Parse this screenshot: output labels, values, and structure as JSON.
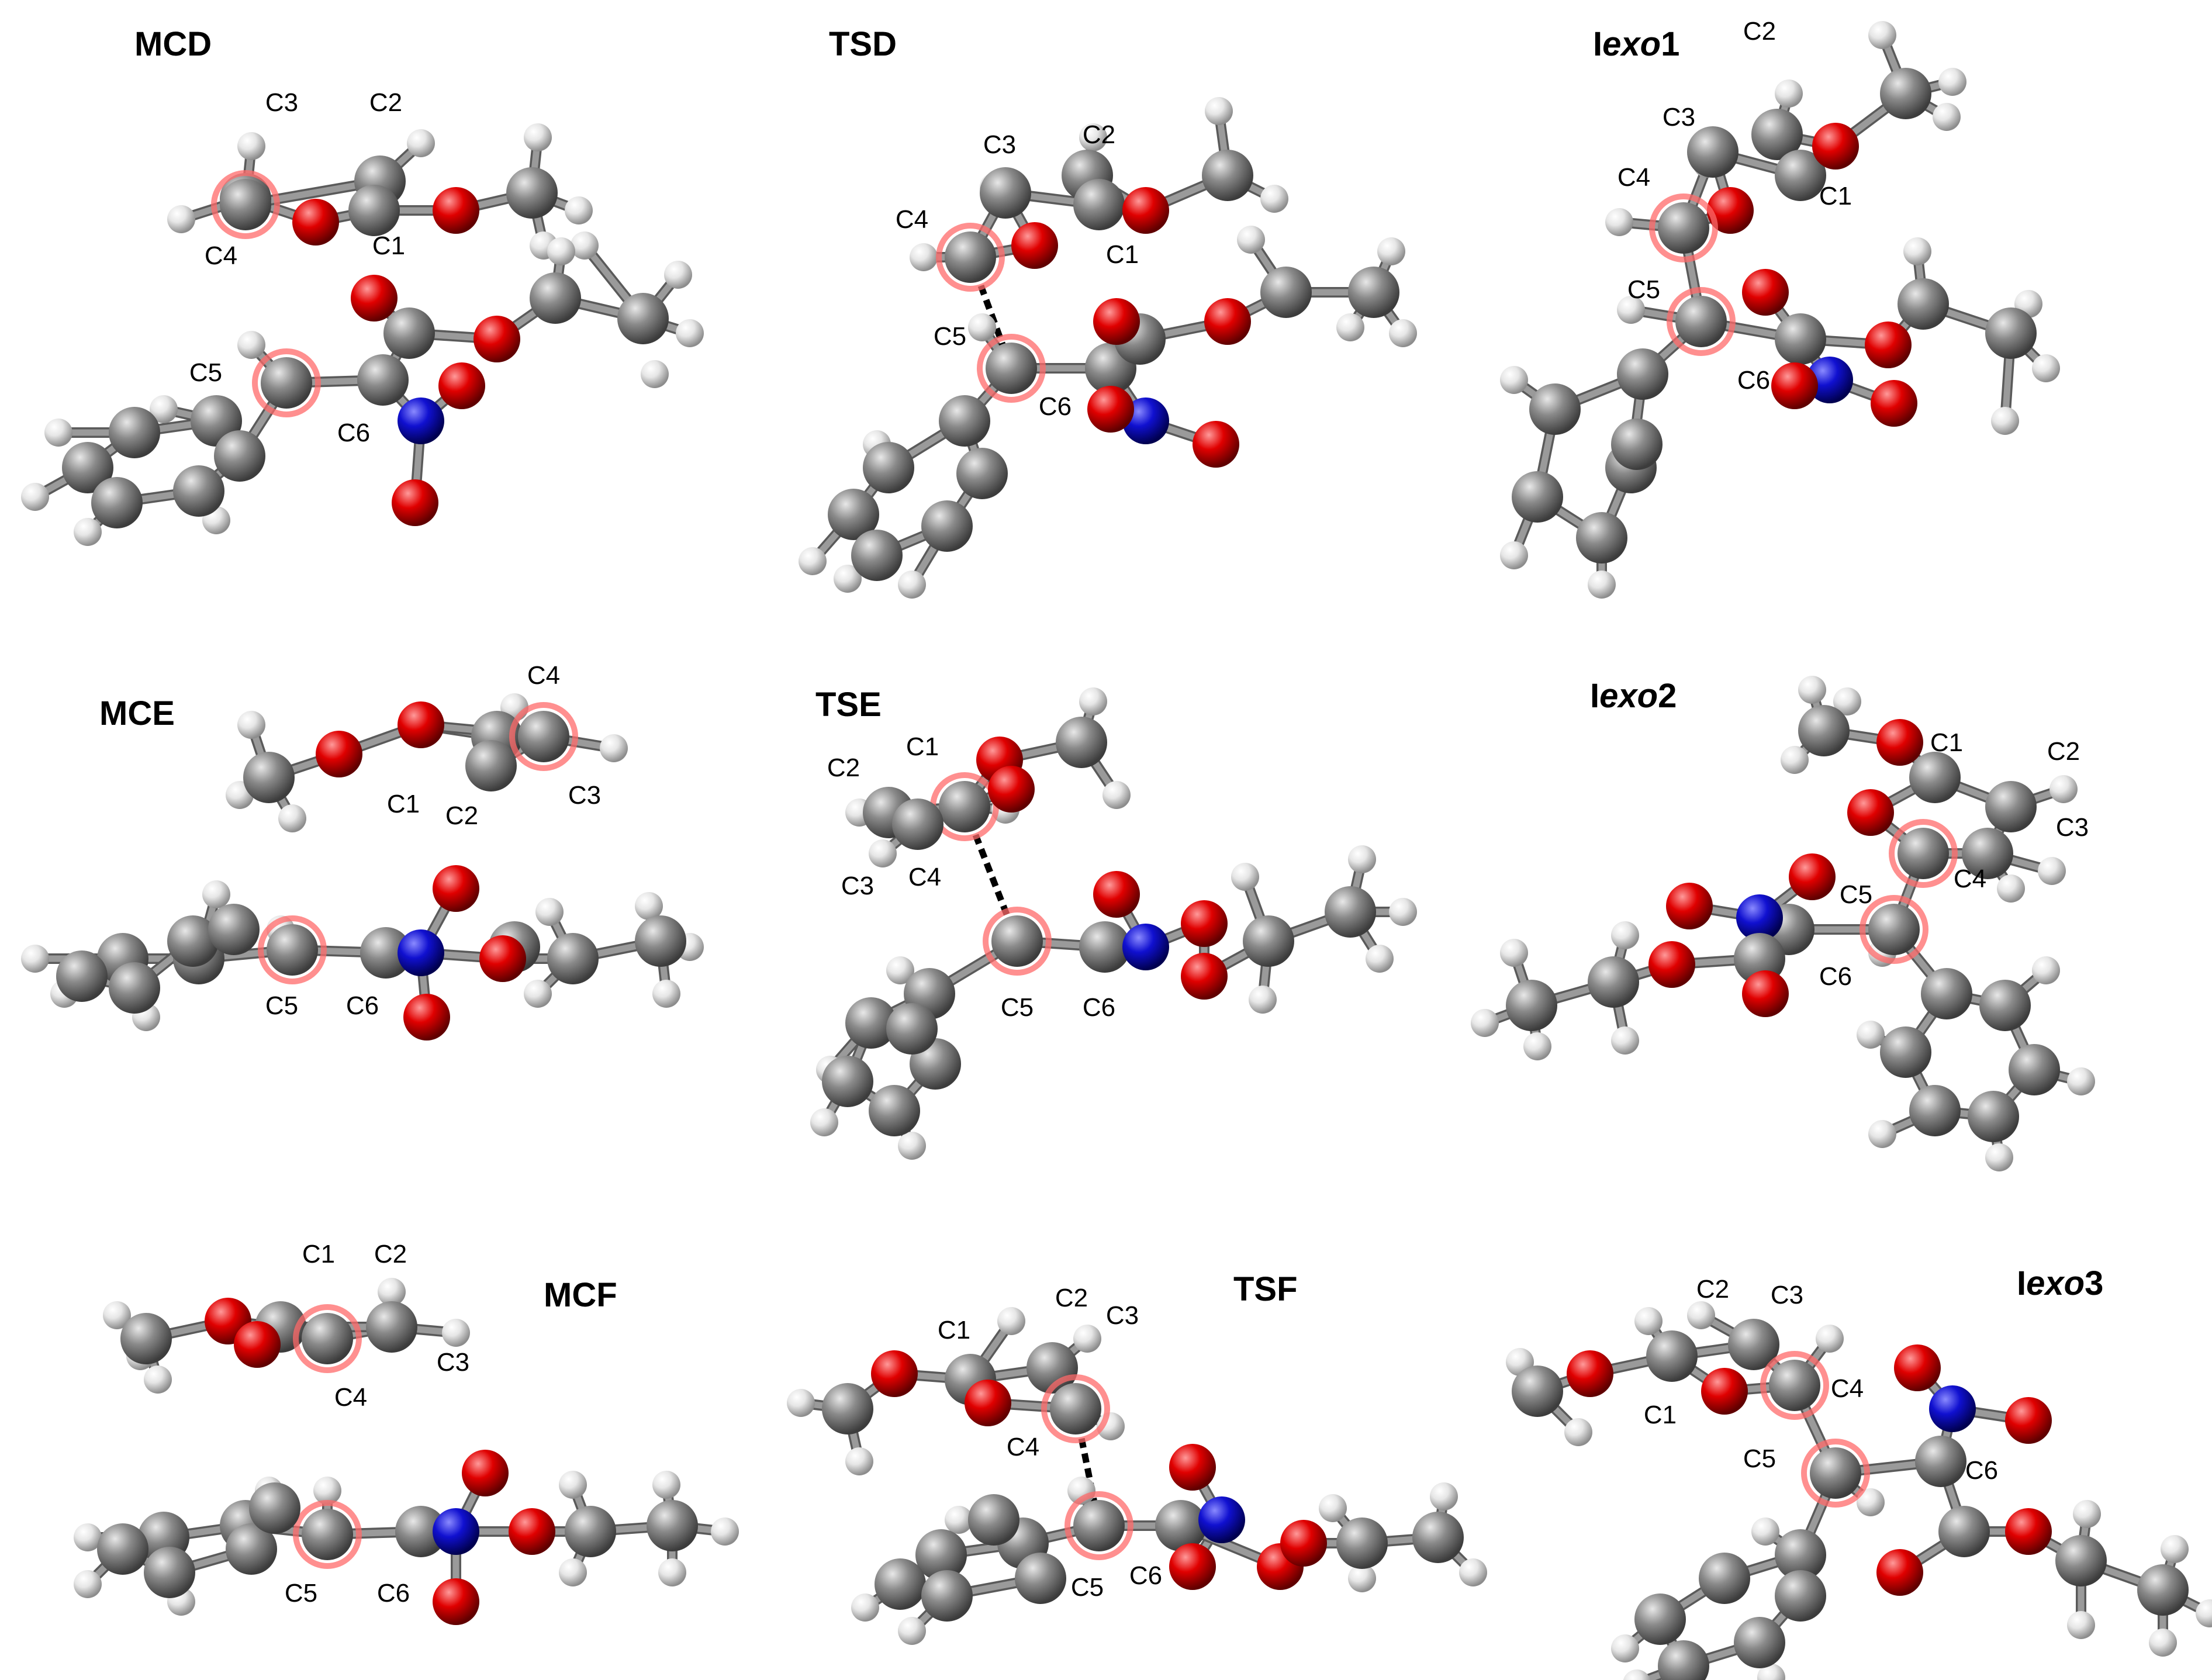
{
  "colors": {
    "carbon": "#8a8a8a",
    "oxygen": "#e00000",
    "nitrogen": "#1010d0",
    "hydrogen": "#e6e6e6",
    "bond": "#9a9a9a",
    "highlight": "#ff6a6a",
    "forming_bond": "#000000",
    "background": "#ffffff"
  },
  "panels": [
    {
      "id": "MCD",
      "title": "MCD",
      "title_parts": [
        {
          "text": "MCD",
          "italic": false
        }
      ],
      "kind": "molecular-complex",
      "atom_labels": [
        "C3",
        "C2",
        "C4",
        "C1",
        "C5",
        "C6"
      ]
    },
    {
      "id": "TSD",
      "title": "TSD",
      "title_parts": [
        {
          "text": "TSD",
          "italic": false
        }
      ],
      "kind": "transition-state",
      "atom_labels": [
        "C3",
        "C2",
        "C4",
        "C1",
        "C5",
        "C6"
      ]
    },
    {
      "id": "Iexo1",
      "title": "Iexo1",
      "title_parts": [
        {
          "text": "I",
          "italic": false
        },
        {
          "text": "exo",
          "italic": true
        },
        {
          "text": "1",
          "italic": false
        }
      ],
      "kind": "intermediate",
      "atom_labels": [
        "C2",
        "C3",
        "C4",
        "C1",
        "C5",
        "C6"
      ]
    },
    {
      "id": "MCE",
      "title": "MCE",
      "title_parts": [
        {
          "text": "MCE",
          "italic": false
        }
      ],
      "kind": "molecular-complex",
      "atom_labels": [
        "C4",
        "C1",
        "C2",
        "C3",
        "C5",
        "C6"
      ]
    },
    {
      "id": "TSE",
      "title": "TSE",
      "title_parts": [
        {
          "text": "TSE",
          "italic": false
        }
      ],
      "kind": "transition-state",
      "atom_labels": [
        "C1",
        "C2",
        "C3",
        "C4",
        "C5",
        "C6"
      ]
    },
    {
      "id": "Iexo2",
      "title": "Iexo2",
      "title_parts": [
        {
          "text": "I",
          "italic": false
        },
        {
          "text": "exo",
          "italic": true
        },
        {
          "text": "2",
          "italic": false
        }
      ],
      "kind": "intermediate",
      "atom_labels": [
        "C1",
        "C2",
        "C3",
        "C4",
        "C5",
        "C6"
      ]
    },
    {
      "id": "MCF",
      "title": "MCF",
      "title_parts": [
        {
          "text": "MCF",
          "italic": false
        }
      ],
      "kind": "molecular-complex",
      "atom_labels": [
        "C1",
        "C2",
        "C3",
        "C4",
        "C5",
        "C6"
      ]
    },
    {
      "id": "TSF",
      "title": "TSF",
      "title_parts": [
        {
          "text": "TSF",
          "italic": false
        }
      ],
      "kind": "transition-state",
      "atom_labels": [
        "C1",
        "C2",
        "C3",
        "C4",
        "C5",
        "C6"
      ]
    },
    {
      "id": "Iexo3",
      "title": "Iexo3",
      "title_parts": [
        {
          "text": "I",
          "italic": false
        },
        {
          "text": "exo",
          "italic": true
        },
        {
          "text": "3",
          "italic": false
        }
      ],
      "kind": "intermediate",
      "atom_labels": [
        "C2",
        "C3",
        "C4",
        "C1",
        "C5",
        "C6"
      ]
    }
  ]
}
